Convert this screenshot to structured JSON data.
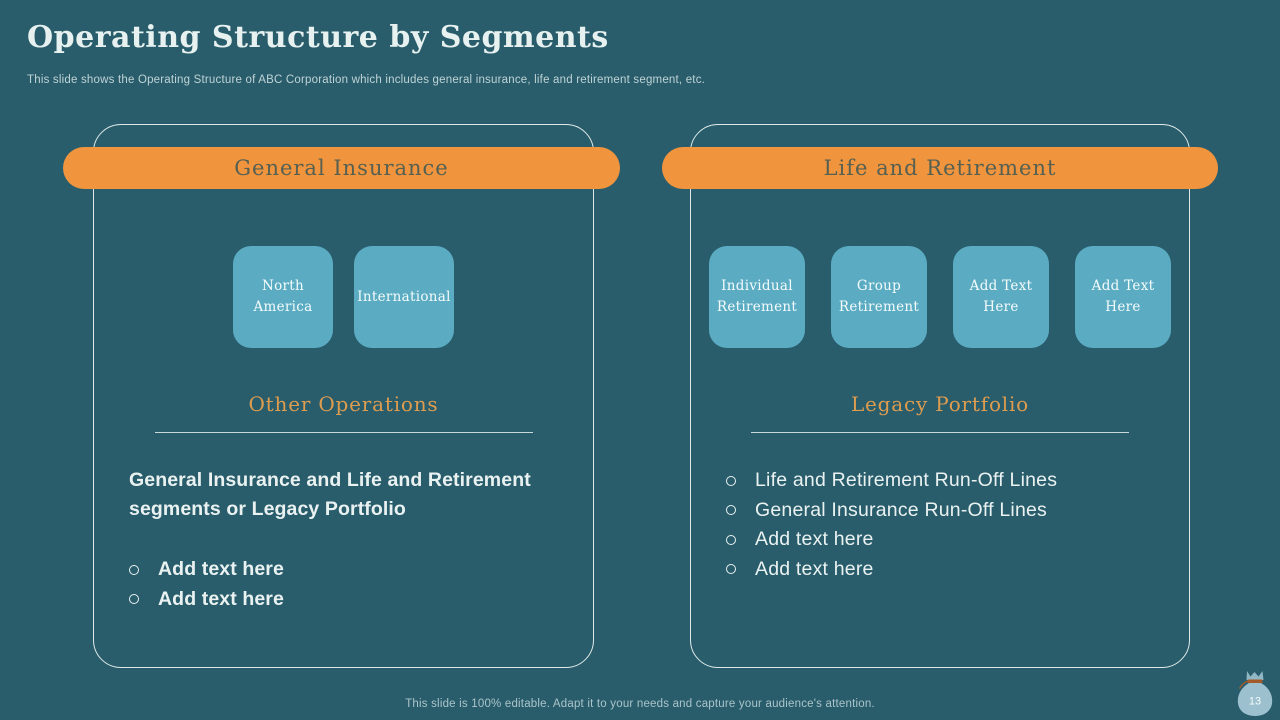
{
  "slide": {
    "title": "Operating Structure by Segments",
    "subtitle": "This slide shows the Operating Structure of ABC Corporation which includes general insurance, life and retirement segment, etc.",
    "footer": "This slide is 100% editable. Adapt it to your needs and capture your audience's attention.",
    "page_number": "13"
  },
  "colors": {
    "background": "#295D6C",
    "accent_orange": "#F0943E",
    "heading_orange": "#DE9C4E",
    "box_blue": "#5BACC3",
    "panel_border": "#DFEAE7",
    "text_light": "#EAF2F1",
    "pill_text": "#566051",
    "muted_text": "#BFD3D5",
    "footer_text": "#ABC4CA",
    "underline": "#C9D9DB",
    "bag_blue": "#9CC0CE",
    "bag_tie": "#A35B2A"
  },
  "icons": {
    "money_bag": "money-bag-icon"
  },
  "panels": [
    {
      "header": "General Insurance",
      "boxes": [
        {
          "label": "North America"
        },
        {
          "label": "International"
        }
      ],
      "section_heading": "Other Operations",
      "body": "General Insurance and Life and Retirement segments or Legacy Portfolio",
      "bullets": [
        "Add text here",
        "Add text here"
      ]
    },
    {
      "header": "Life and Retirement",
      "boxes": [
        {
          "label": "Individual Retirement"
        },
        {
          "label": "Group Retirement"
        },
        {
          "label": "Add Text Here"
        },
        {
          "label": "Add Text Here"
        }
      ],
      "section_heading": "Legacy Portfolio",
      "bullets": [
        "Life and Retirement Run-Off Lines",
        "General Insurance Run-Off Lines",
        "Add text here",
        "Add text here"
      ]
    }
  ]
}
